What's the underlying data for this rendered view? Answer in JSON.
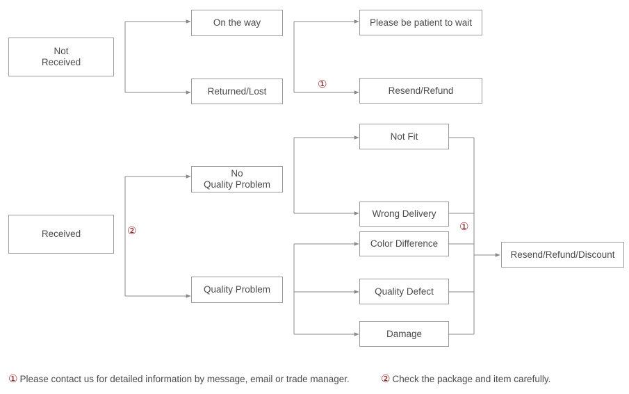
{
  "nodes": {
    "not_received": "Not\nReceived",
    "on_the_way": "On the way",
    "returned_lost": "Returned/Lost",
    "patient_wait": "Please be patient to wait",
    "resend_refund": "Resend/Refund",
    "received": "Received",
    "no_quality_problem": "No\nQuality Problem",
    "quality_problem": "Quality Problem",
    "not_fit": "Not Fit",
    "wrong_delivery": "Wrong Delivery",
    "color_difference": "Color Difference",
    "quality_defect": "Quality Defect",
    "damage": "Damage",
    "resend_refund_discount": "Resend/Refund/Discount"
  },
  "markers": {
    "one": "①",
    "two": "②"
  },
  "footnotes": {
    "note1_marker": "①",
    "note1_text": "Please contact us for detailed information by message, email or trade manager.",
    "note2_marker": "②",
    "note2_text": "Check the package and item carefully."
  },
  "colors": {
    "line": "#8a8a8a",
    "marker": "#8b1a1a"
  }
}
